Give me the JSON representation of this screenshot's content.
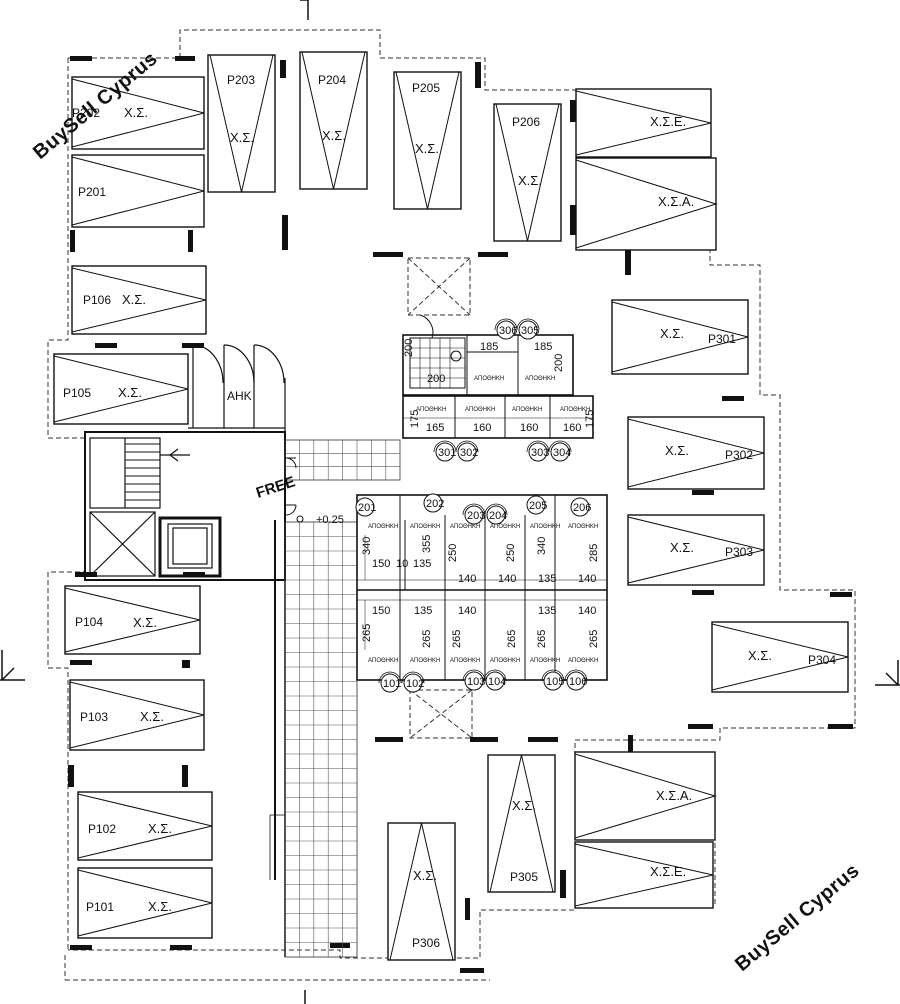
{
  "spaces": {
    "p201": "P201",
    "p202": "P202",
    "p203": "P203",
    "p204": "P204",
    "p205": "P205",
    "p206": "P206",
    "p106": "P106",
    "p105": "P105",
    "p104": "P104",
    "p103": "P103",
    "p102": "P102",
    "p101": "P101",
    "p301": "P301",
    "p302": "P302",
    "p303": "P303",
    "p304": "P304",
    "p305": "P305",
    "p306": "P306"
  },
  "marks": {
    "xs": "Χ.Σ.",
    "xse": "Χ.Σ.Ε.",
    "xsa": "Χ.Σ.Α."
  },
  "labels": {
    "ahk": "AHK",
    "storage": "ΑΠΟΘΗΚΗ",
    "level_025": "+0.25",
    "note": "FREE"
  },
  "watermark": "BuySell Cyprus",
  "stores": {
    "s306": "306",
    "s305": "305",
    "s301": "301",
    "s302": "302",
    "s303": "303",
    "s304": "304",
    "s201": "201",
    "s202": "202",
    "s203": "203",
    "s204": "204",
    "s205": "205",
    "s206": "206",
    "s101": "101",
    "s102": "102",
    "s103": "103",
    "s104": "104",
    "s105": "105",
    "s106": "106"
  },
  "dimensions": {
    "d185a": "185",
    "d185b": "185",
    "d200a": "200",
    "d200b": "200",
    "d200c": "200",
    "d175a": "175",
    "d175b": "175",
    "d165": "165",
    "d160a": "160",
    "d160b": "160",
    "d160c": "160",
    "d340a": "340",
    "d150a": "150",
    "d10": "10",
    "d355": "355",
    "d135a": "135",
    "d250a": "250",
    "d140a": "140",
    "d250b": "250",
    "d140b": "140",
    "d340b": "340",
    "d135b": "135",
    "d285a": "285",
    "d140c": "140",
    "d265a": "265",
    "d150b": "150",
    "d135c": "135",
    "d140d": "140",
    "d135d": "135",
    "d140e": "140",
    "d265b": "265",
    "d265c": "265",
    "d265d": "265",
    "d265e": "265",
    "d265f": "265"
  }
}
